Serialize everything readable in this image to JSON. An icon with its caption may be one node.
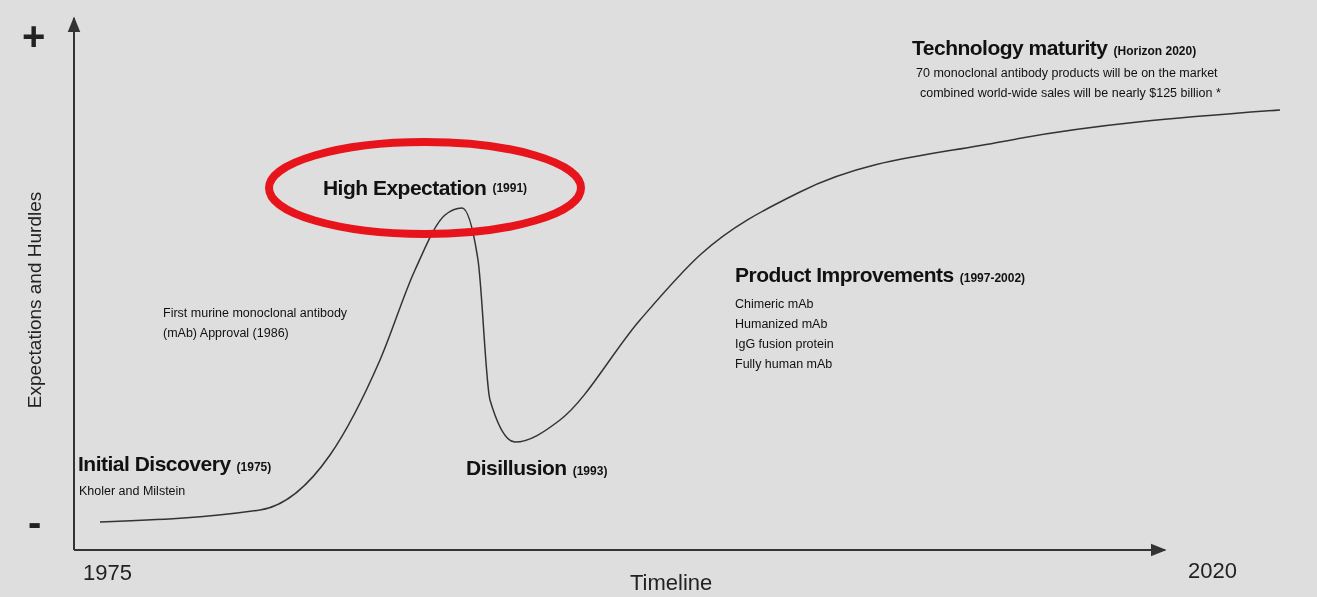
{
  "diagram": {
    "nodes": [
      {
        "text": [
          "High Expectation",
          "(1991)"
        ]
      }
    ],
    "edges": [],
    "labels": [
      "+",
      "-",
      "Expectations and Hurdles",
      "1975",
      "Timeline",
      "2020",
      "Initial Discovery",
      "(1975)",
      "Kholer and Milstein",
      "First murine monoclonal antibody (mAb) Approval (1986)",
      "Disillusion",
      "(1993)",
      "Product Improvements",
      "(1997-2002)",
      "Chimeric mAb",
      "Humanized mAb",
      "IgG fusion protein",
      "Fully human mAb",
      "Technology maturity",
      "(Horizon 2020)",
      "70 monoclonal antibody products will be on the market",
      "combined world-wide sales will be nearly $125 billion *"
    ]
  }
}
